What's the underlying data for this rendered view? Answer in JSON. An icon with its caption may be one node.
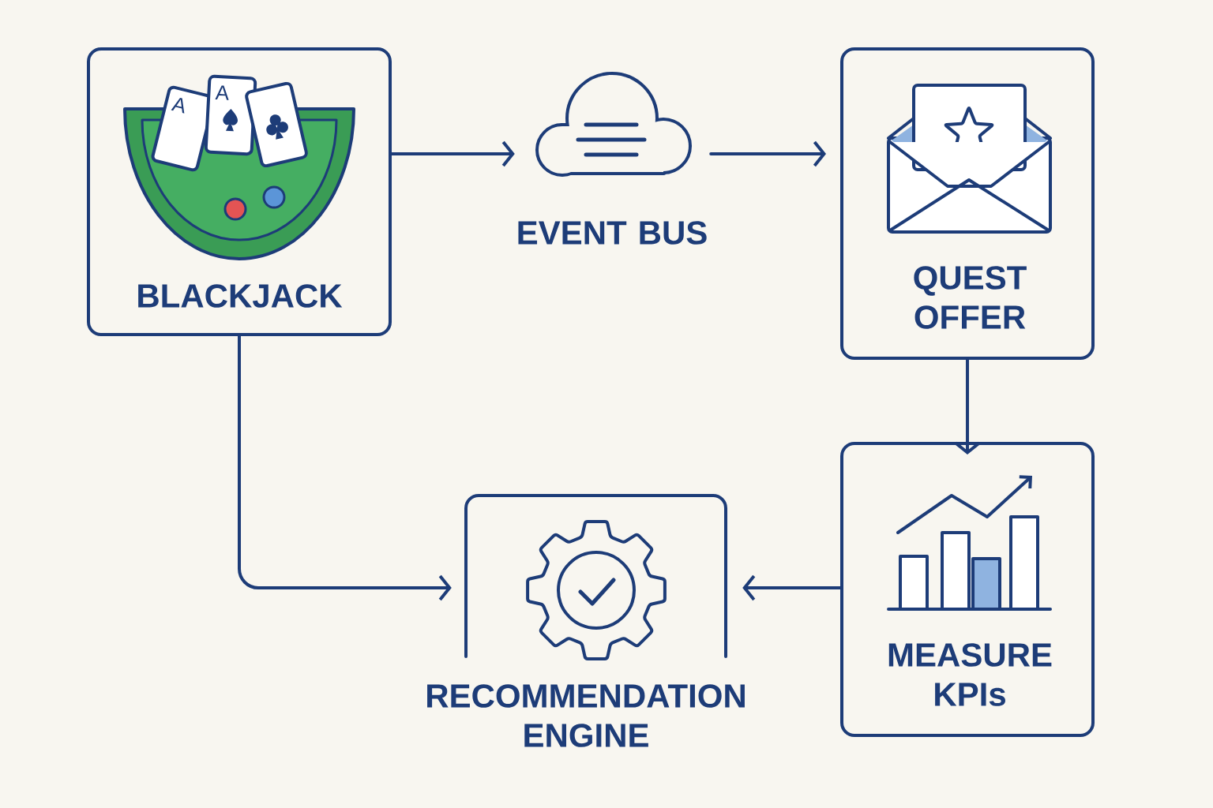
{
  "diagram": {
    "nodes": [
      {
        "text": [
          "BLACKJACK"
        ]
      },
      {
        "text": [
          "EVENT BUS"
        ]
      },
      {
        "text": [
          "QUEST OFFER"
        ]
      },
      {
        "text": [
          "MEASURE KPIs"
        ]
      },
      {
        "text": [
          "RECOMMENDATION ENGINE"
        ]
      }
    ],
    "edges": [
      {
        "from": 0,
        "to": 1,
        "arrow": "to"
      },
      {
        "from": 1,
        "to": 2,
        "arrow": "to"
      },
      {
        "from": 2,
        "to": 3,
        "arrow": "to"
      },
      {
        "from": 3,
        "to": 4,
        "arrow": "to"
      },
      {
        "from": 0,
        "to": 4,
        "arrow": "to"
      }
    ],
    "labels": [
      "A",
      "A"
    ]
  }
}
